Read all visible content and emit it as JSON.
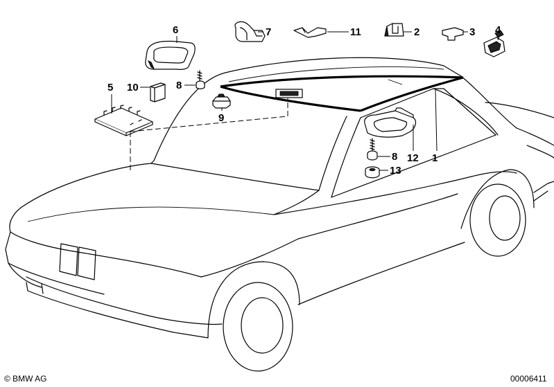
{
  "callouts": {
    "c1": "1",
    "c2": "2",
    "c3": "3",
    "c4": "4",
    "c5": "5",
    "c6": "6",
    "c7": "7",
    "c8a": "8",
    "c8b": "8",
    "c9": "9",
    "c10": "10",
    "c11": "11",
    "c12": "12",
    "c13": "13"
  },
  "footer": {
    "copyright": "© BMW AG",
    "diagram_id": "00006411"
  },
  "colors": {
    "line": "#000000",
    "background": "#ffffff"
  }
}
